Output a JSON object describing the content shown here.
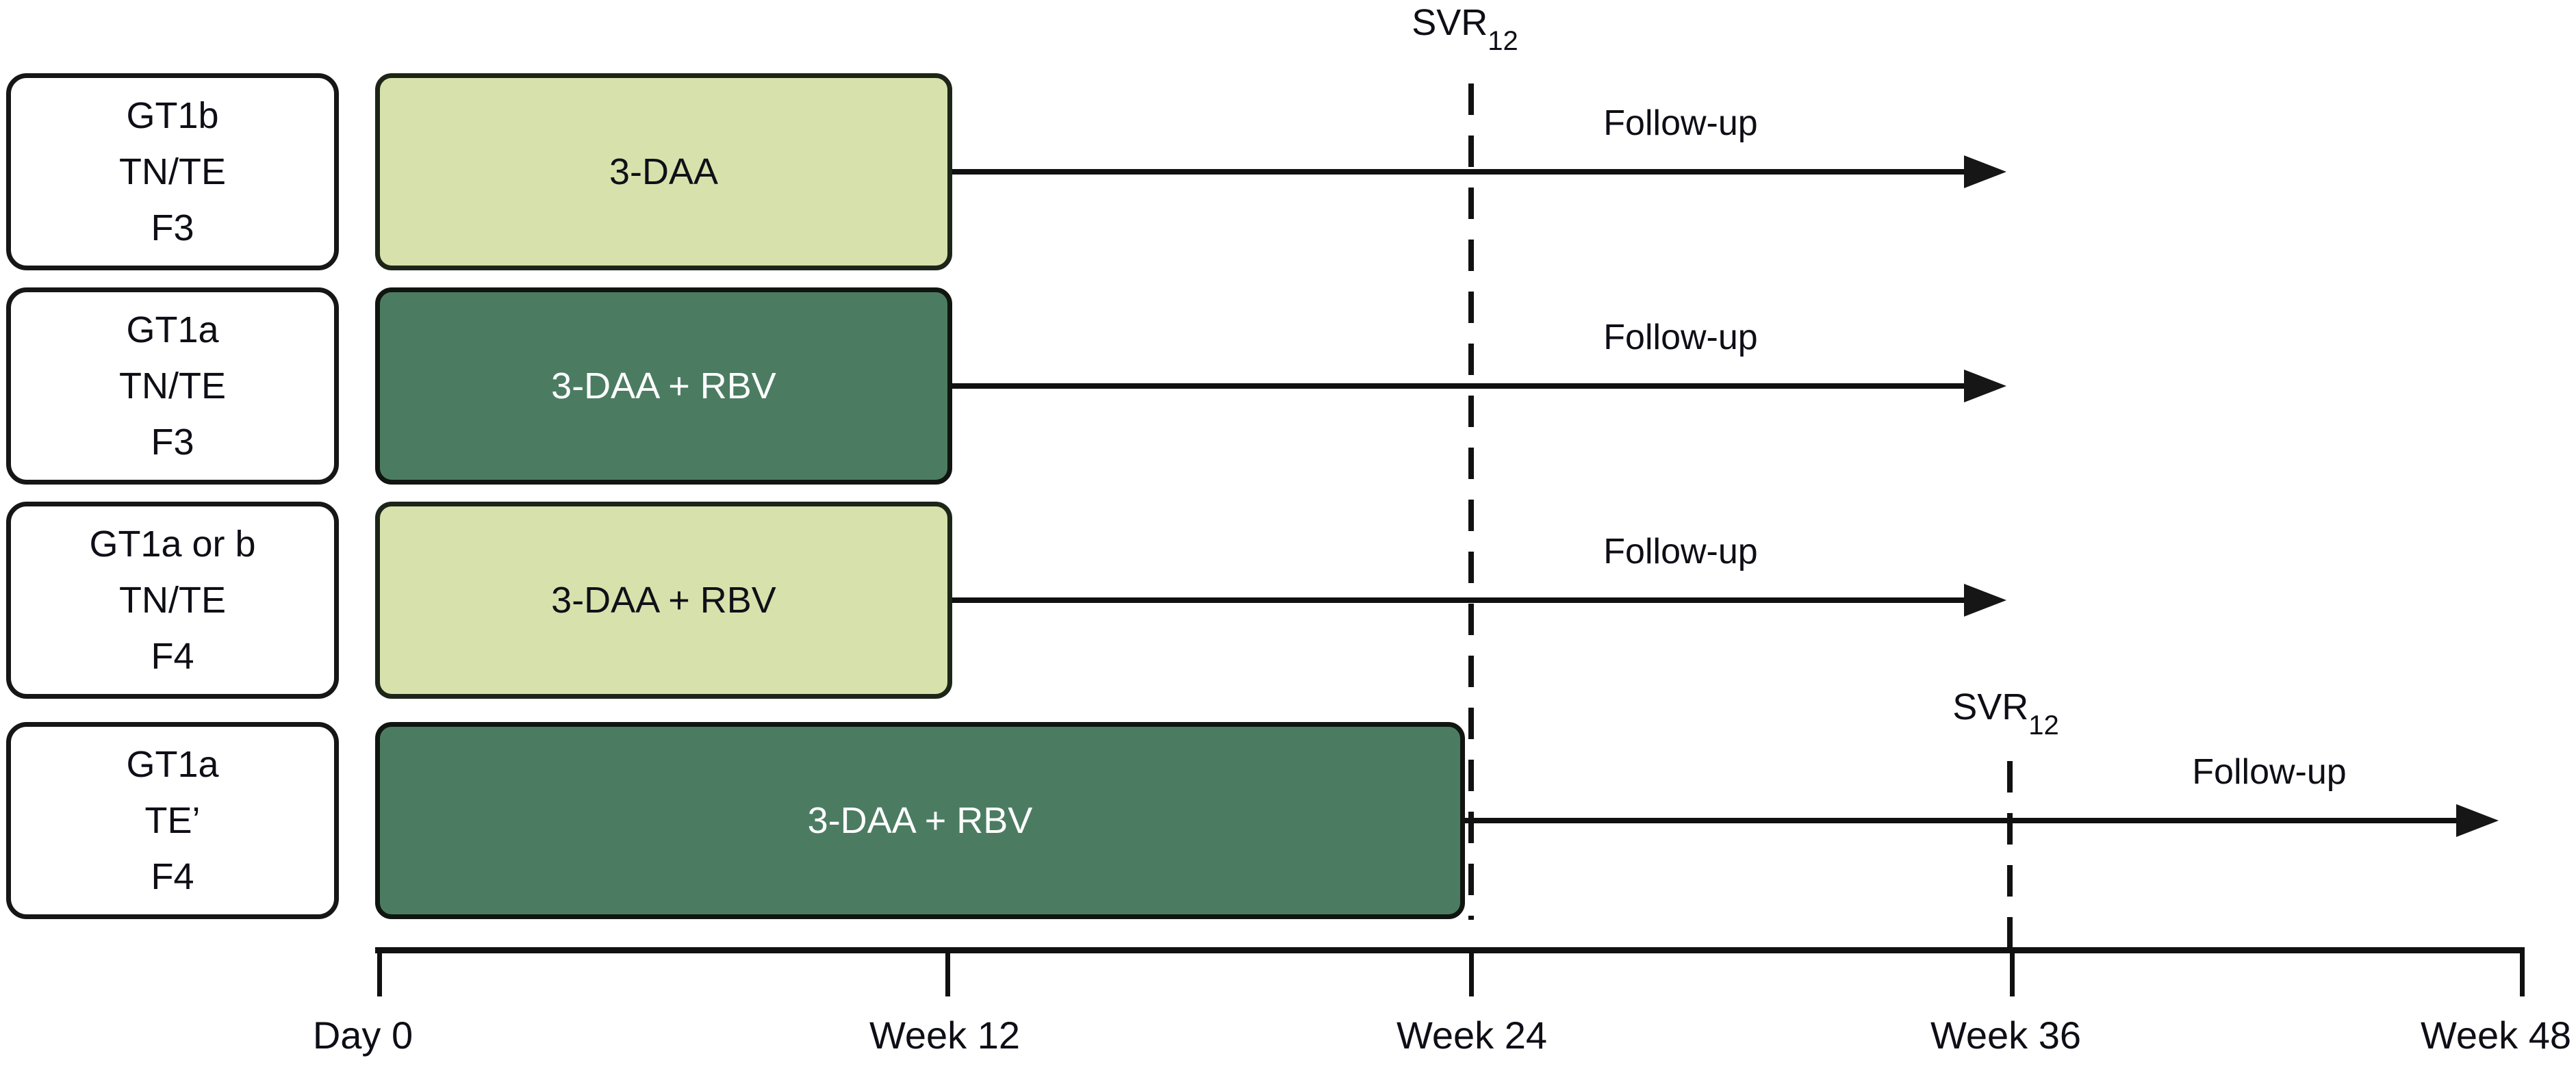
{
  "palette": {
    "light_green": "#d7e1ac",
    "dark_green": "#4b7c62",
    "line_black": "#101010",
    "box_border": "#161616",
    "text_dark": "#0e0e16",
    "text_white": "#ffffff"
  },
  "figure": {
    "type": "clinical-study-design-timeline",
    "arms": [
      {
        "population": [
          "GT1b",
          "TN/TE",
          "F3"
        ],
        "treatment": "3-DAA",
        "bar_style": "light",
        "duration_weeks": 12,
        "followup_label": "Follow-up",
        "svr_week": 24
      },
      {
        "population": [
          "GT1a",
          "TN/TE",
          "F3"
        ],
        "treatment": "3-DAA + RBV",
        "bar_style": "dark",
        "duration_weeks": 12,
        "followup_label": "Follow-up",
        "svr_week": 24
      },
      {
        "population": [
          "GT1a or b",
          "TN/TE",
          "F4"
        ],
        "treatment": "3-DAA + RBV",
        "bar_style": "light",
        "duration_weeks": 12,
        "followup_label": "Follow-up",
        "svr_week": 24
      },
      {
        "population": [
          "GT1a",
          "TE’",
          "F4"
        ],
        "treatment": "3-DAA + RBV",
        "bar_style": "dark",
        "duration_weeks": 24,
        "followup_label": "Follow-up",
        "svr_week": 36
      }
    ],
    "svr_markers": [
      {
        "label": "SVR",
        "subscript": "12",
        "at_week": 24
      },
      {
        "label": "SVR",
        "subscript": "12",
        "at_week": 36
      }
    ],
    "axis": {
      "ticks": [
        {
          "label": "Day 0",
          "week": 0
        },
        {
          "label": "Week 12",
          "week": 12
        },
        {
          "label": "Week 24",
          "week": 24
        },
        {
          "label": "Week 36",
          "week": 36
        },
        {
          "label": "Week 48",
          "week": 48
        }
      ]
    }
  }
}
